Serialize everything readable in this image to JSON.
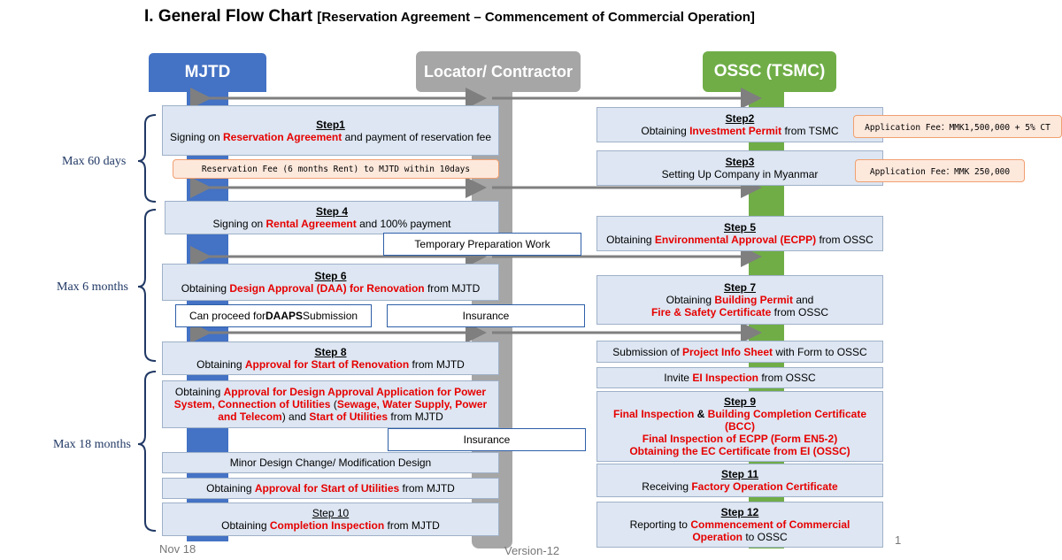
{
  "title": {
    "main": "I. General Flow Chart ",
    "sub": "[Reservation Agreement – Commencement of Commercial Operation]"
  },
  "lanes": {
    "mjtd": "MJTD",
    "locator": "Locator/ Contractor",
    "ossc": "OSSC (TSMC)"
  },
  "colors": {
    "mjtd": "#4472c4",
    "locator": "#a6a6a6",
    "ossc": "#70ad47",
    "highlight": "#e60000",
    "box_fill": "#dde6f2"
  },
  "brackets": {
    "b1": "Max 60 days",
    "b2": "Max 6 months",
    "b3": "Max 18 months"
  },
  "left": {
    "step1": {
      "label": "Step1",
      "pre": "Signing on ",
      "hl": "Reservation Agreement",
      "post": " and payment of  reservation fee"
    },
    "fee_note": "Reservation Fee (6 months Rent) to MJTD within 10days",
    "step4": {
      "label": "Step 4",
      "pre": "Signing on ",
      "hl": "Rental Agreement",
      "post": " and  100% payment"
    },
    "temp_work": "Temporary Preparation Work",
    "step6": {
      "label": "Step 6",
      "pre": "Obtaining ",
      "hl": "Design Approval (DAA) for Renovation",
      "post": " from MJTD"
    },
    "daaps": {
      "pre": "Can proceed for ",
      "bold": "DAAPS",
      "post": " Submission"
    },
    "insurance1": "Insurance",
    "step8": {
      "label": "Step 8",
      "pre": "Obtaining ",
      "hl": "Approval for Start of Renovation",
      "post": " from MJTD"
    },
    "utilities": {
      "pre": "Obtaining ",
      "hl1": "Approval for Design Approval Application for Power System, Connection of Utilities",
      "mid": " (",
      "hl2": "Sewage, Water Supply, Power and Telecom",
      "mid2": ") and ",
      "hl3": "Start of Utilities",
      "post": " from MJTD"
    },
    "insurance2": "Insurance",
    "minor": "Minor Design Change/ Modification Design",
    "approval_util": {
      "pre": "Obtaining ",
      "hl": "Approval for Start of Utilities",
      "post": " from MJTD"
    },
    "step10": {
      "label": "Step 10",
      "pre": "Obtaining ",
      "hl": "Completion Inspection",
      "post": " from MJTD"
    }
  },
  "right": {
    "step2": {
      "label": "Step2",
      "pre": "Obtaining ",
      "hl": "Investment Permit",
      "post": " from TSMC"
    },
    "fee2": "Application Fee：MMK1,500,000 + 5% CT",
    "step3": {
      "label": "Step3",
      "text": "Setting Up Company in Myanmar"
    },
    "fee3": "Application Fee：MMK 250,000",
    "step5": {
      "label": "Step 5",
      "pre": "Obtaining ",
      "hl": "Environmental Approval (ECPP)",
      "post": " from OSSC"
    },
    "step7": {
      "label": "Step 7",
      "pre": "Obtaining ",
      "hl1": "Building Permit",
      "mid": " and",
      "hl2": "Fire & Safety Certificate",
      "post": "  from OSSC"
    },
    "project_info": {
      "pre": "Submission of ",
      "hl": "Project Info Sheet",
      "post": " with Form to OSSC"
    },
    "invite": {
      "pre": "Invite ",
      "hl": "EI Inspection",
      "post": " from OSSC"
    },
    "step9": {
      "label": "Step 9",
      "l1a": "Final Inspection",
      "l1b": " & ",
      "l1c": "Building Completion Certificate (BCC)",
      "l2": "Final Inspection of ECPP (Form EN5-2)",
      "l3": "Obtaining the EC Certificate from EI (OSSC)"
    },
    "step11": {
      "label": "Step 11",
      "pre": "Receiving ",
      "hl": "Factory Operation Certificate"
    },
    "step12": {
      "label": "Step 12",
      "pre": "Reporting to ",
      "hl": "Commencement of Commercial Operation",
      "post": " to OSSC"
    }
  },
  "footer": {
    "date": "Nov 18",
    "version": "Version-12",
    "page": "1"
  }
}
